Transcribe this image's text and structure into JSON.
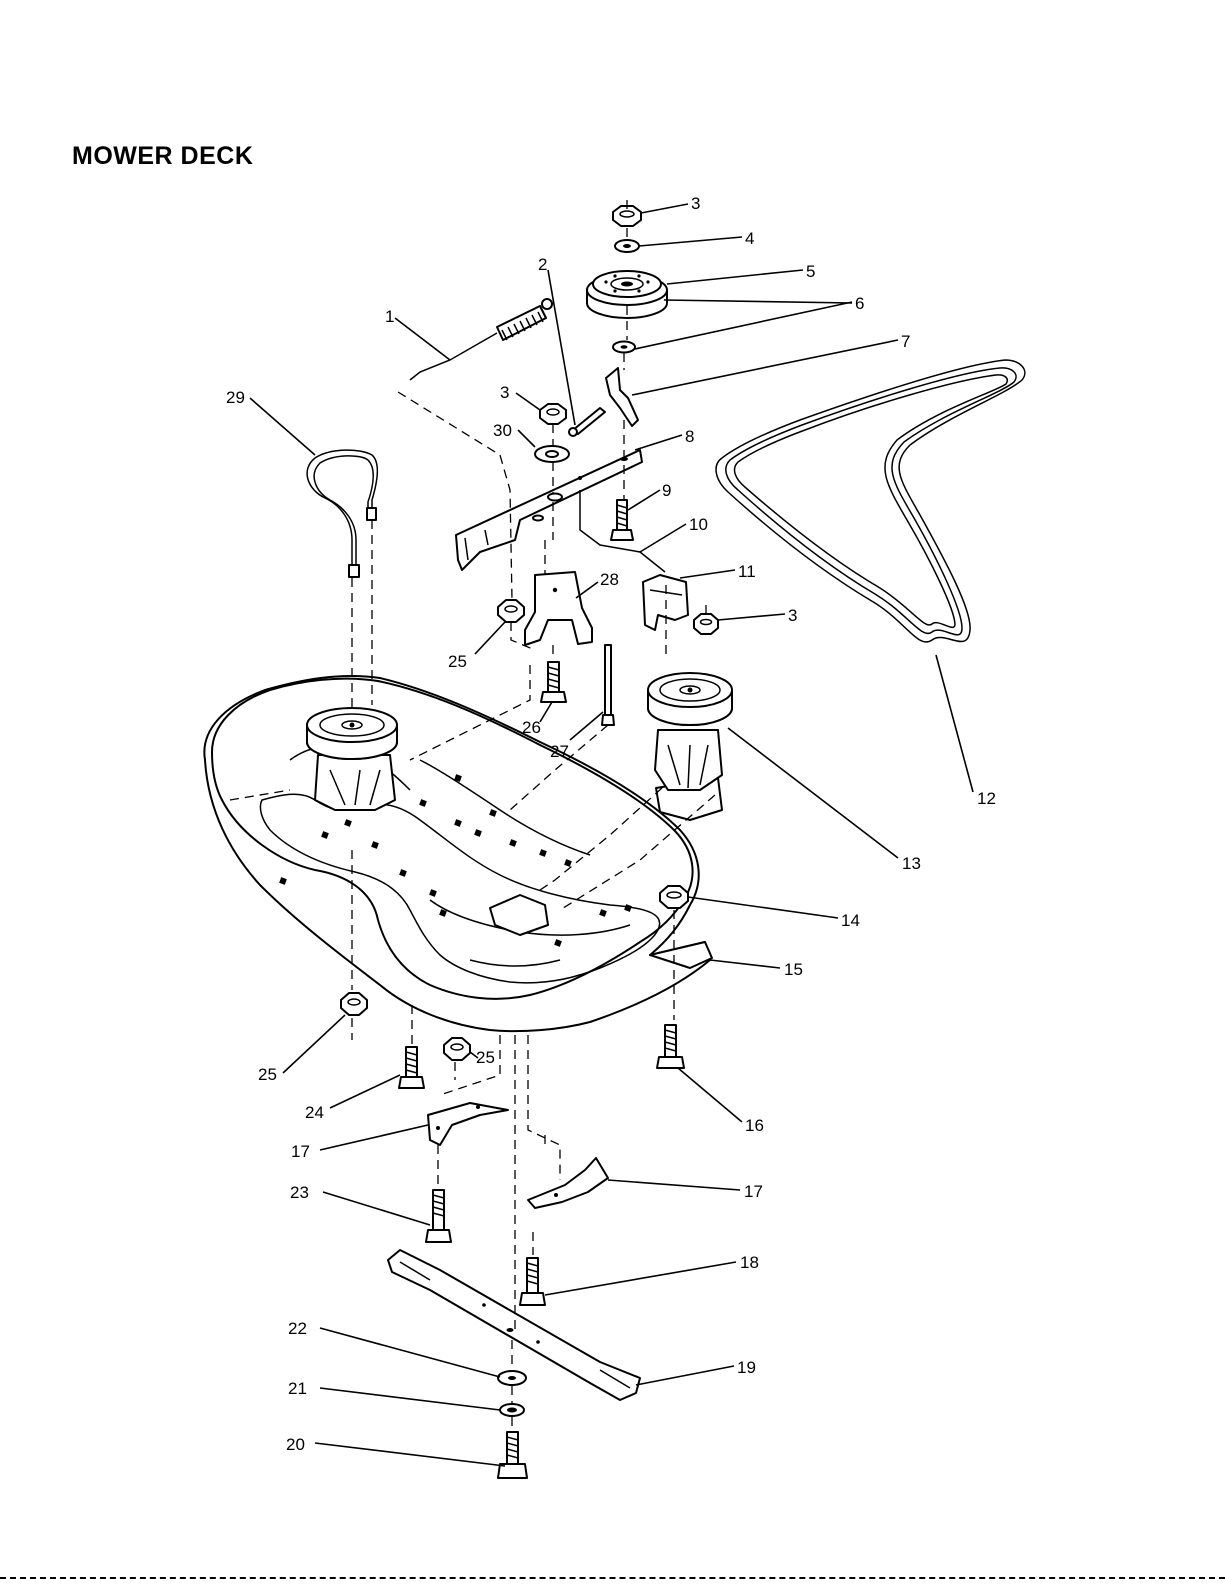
{
  "title": "MOWER DECK",
  "callouts": [
    {
      "id": "c1",
      "label": "1",
      "part": "deck-idler-spring"
    },
    {
      "id": "c2",
      "label": "2",
      "part": "cotter-pin"
    },
    {
      "id": "c3a",
      "label": "3",
      "part": "locknut-top"
    },
    {
      "id": "c3b",
      "label": "3",
      "part": "locknut-idler-arm"
    },
    {
      "id": "c3c",
      "label": "3",
      "part": "locknut-belt-guide"
    },
    {
      "id": "c4",
      "label": "4",
      "part": "washer-upper"
    },
    {
      "id": "c5",
      "label": "5",
      "part": "idler-pulley"
    },
    {
      "id": "c6",
      "label": "6",
      "part": "washer-lower"
    },
    {
      "id": "c7",
      "label": "7",
      "part": "idler-bracket"
    },
    {
      "id": "c8",
      "label": "8",
      "part": "idler-arm"
    },
    {
      "id": "c9",
      "label": "9",
      "part": "shoulder-bolt"
    },
    {
      "id": "c10",
      "label": "10",
      "part": "belt-keeper-rod"
    },
    {
      "id": "c11",
      "label": "11",
      "part": "belt-guide"
    },
    {
      "id": "c12",
      "label": "12",
      "part": "v-belt"
    },
    {
      "id": "c13",
      "label": "13",
      "part": "mandrel-assembly-right"
    },
    {
      "id": "c14",
      "label": "14",
      "part": "locknut-deck-right"
    },
    {
      "id": "c15",
      "label": "15",
      "part": "mower-deck-housing"
    },
    {
      "id": "c16",
      "label": "16",
      "part": "hex-bolt-right"
    },
    {
      "id": "c17a",
      "label": "17",
      "part": "baffle-left"
    },
    {
      "id": "c17b",
      "label": "17",
      "part": "baffle-right"
    },
    {
      "id": "c18",
      "label": "18",
      "part": "baffle-bolt"
    },
    {
      "id": "c19",
      "label": "19",
      "part": "mower-blade"
    },
    {
      "id": "c20",
      "label": "20",
      "part": "blade-bolt"
    },
    {
      "id": "c21",
      "label": "21",
      "part": "lock-washer"
    },
    {
      "id": "c22",
      "label": "22",
      "part": "blade-washer"
    },
    {
      "id": "c23",
      "label": "23",
      "part": "baffle-bolt-left"
    },
    {
      "id": "c24",
      "label": "24",
      "part": "hex-bolt-left"
    },
    {
      "id": "c25a",
      "label": "25",
      "part": "locknut-bracket"
    },
    {
      "id": "c25b",
      "label": "25",
      "part": "locknut-deck-left"
    },
    {
      "id": "c25c",
      "label": "25",
      "part": "locknut-deck-center"
    },
    {
      "id": "c26",
      "label": "26",
      "part": "bracket-bolt"
    },
    {
      "id": "c27",
      "label": "27",
      "part": "pivot-pin"
    },
    {
      "id": "c28",
      "label": "28",
      "part": "idler-arm-bracket"
    },
    {
      "id": "c29",
      "label": "29",
      "part": "deck-lift-rod"
    },
    {
      "id": "c30",
      "label": "30",
      "part": "flat-washer"
    }
  ]
}
